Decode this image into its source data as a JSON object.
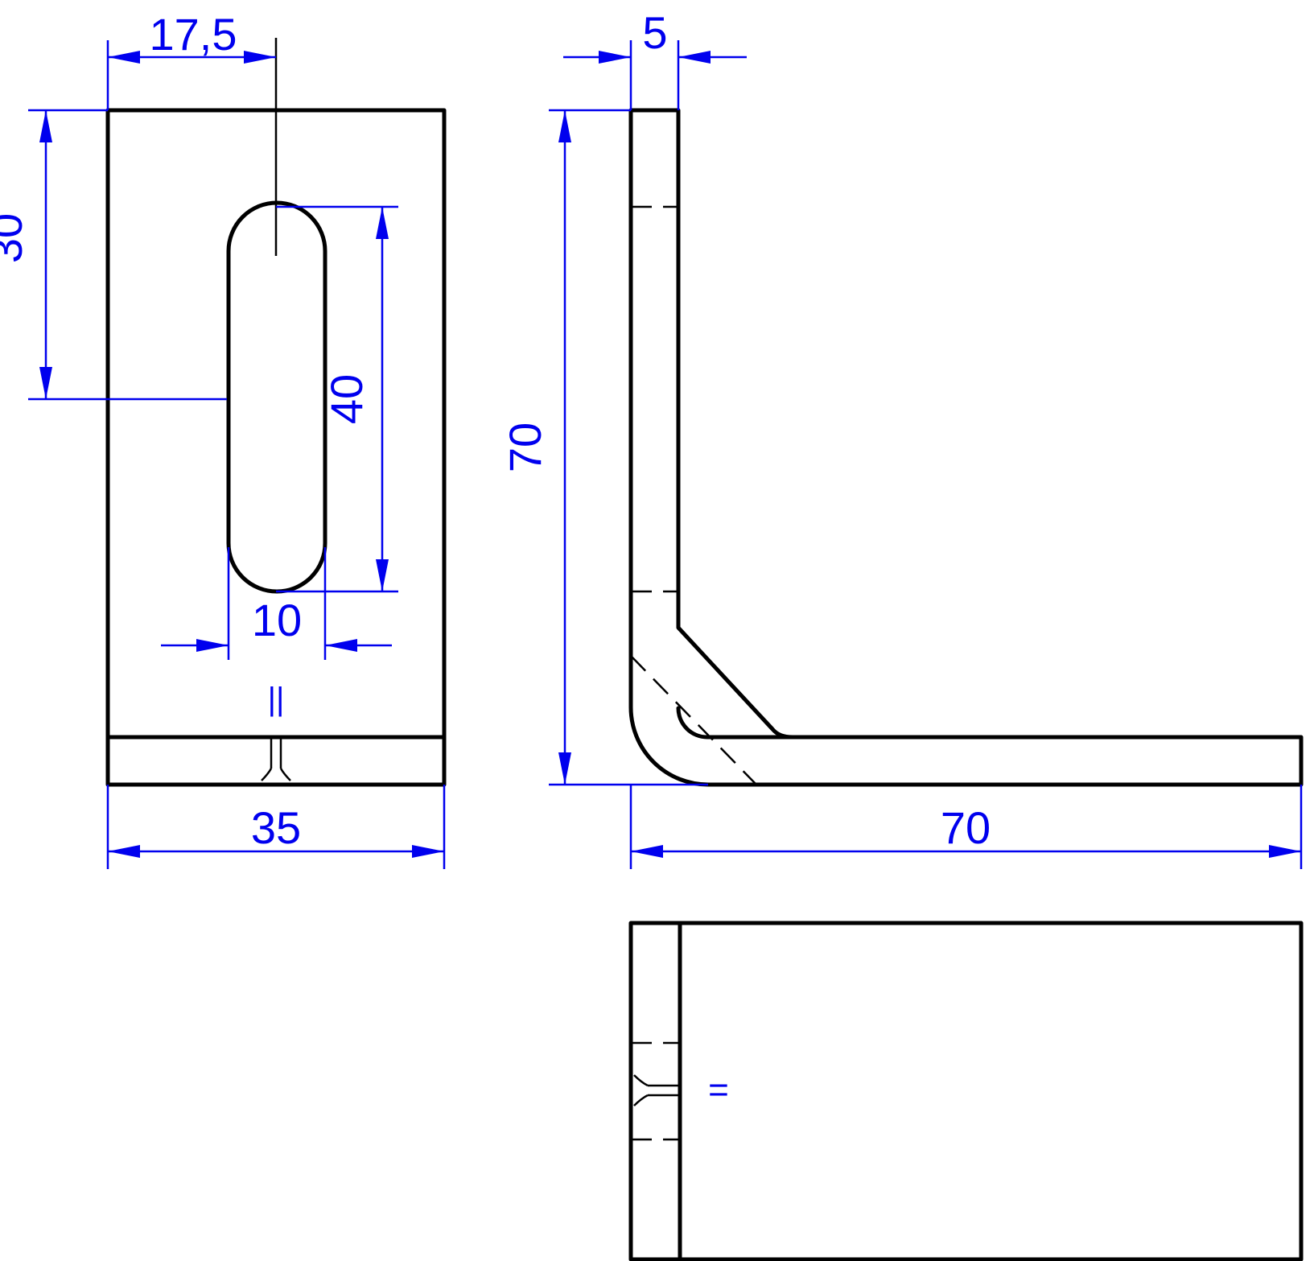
{
  "colors": {
    "object_lines": "#000000",
    "dimension_lines": "#0000ee",
    "background": "#ffffff"
  },
  "dimensions": {
    "slot_center_offset": "17,5",
    "slot_position": "30",
    "slot_length": "40",
    "slot_width": "10",
    "front_width": "35",
    "thickness": "5",
    "side_height": "70",
    "side_length": "70"
  },
  "symbols": {
    "front_parallel": "||",
    "top_parallel": "="
  }
}
